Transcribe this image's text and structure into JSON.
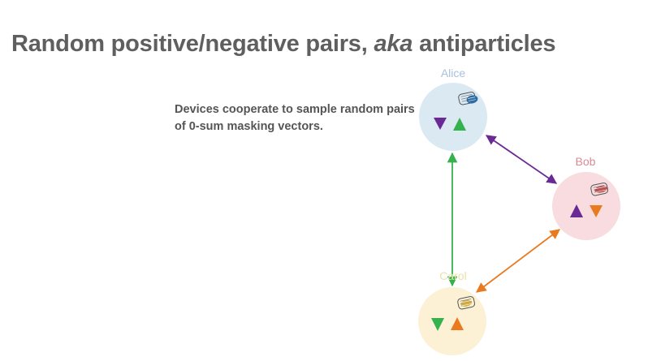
{
  "slide": {
    "title_main": "Random positive/negative pairs, ",
    "title_italic": "aka",
    "title_tail": " antiparticles",
    "description": "Devices cooperate to sample random pairs of 0-sum masking vectors."
  },
  "nodes": {
    "alice": {
      "label": "Alice",
      "fill": "#dbe9f3",
      "label_color": "#a7c2dc",
      "device_color": "#2e6da4"
    },
    "bob": {
      "label": "Bob",
      "fill": "#f8dcdf",
      "label_color": "#d98a95",
      "device_color": "#b03a3a"
    },
    "carol": {
      "label": "Carol",
      "fill": "#fcf1d5",
      "label_color": "#ece2a8",
      "device_color": "#c8a22c"
    }
  },
  "colors": {
    "purple": "#6a2a95",
    "green": "#35b14e",
    "orange": "#ea7a1e"
  },
  "edges": [
    {
      "from": "alice",
      "to": "bob",
      "color": "#6a2a95"
    },
    {
      "from": "alice",
      "to": "carol",
      "color": "#35b14e"
    },
    {
      "from": "bob",
      "to": "carol",
      "color": "#ea7a1e"
    }
  ],
  "icons": [
    "phone-icon",
    "triangle-down-icon",
    "triangle-up-icon",
    "double-arrow-icon"
  ]
}
